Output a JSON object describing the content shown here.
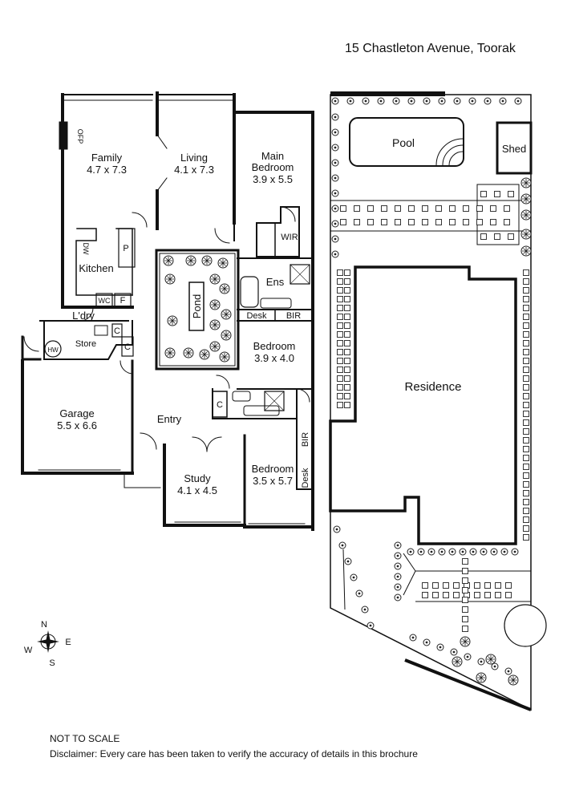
{
  "header": {
    "address": "15 Chastleton Avenue, Toorak"
  },
  "rooms": {
    "family": {
      "name": "Family",
      "size": "4.7 x 7.3"
    },
    "living": {
      "name": "Living",
      "size": "4.1 x 7.3"
    },
    "main_bedroom": {
      "name1": "Main",
      "name2": "Bedroom",
      "size": "3.9 x 5.5"
    },
    "kitchen": "Kitchen",
    "garage": {
      "name": "Garage",
      "size": "5.5 x 6.6"
    },
    "entry": "Entry",
    "study": {
      "name": "Study",
      "size": "4.1 x 4.5"
    },
    "bedroom2": {
      "name": "Bedroom",
      "size": "3.9 x 4.0"
    },
    "bedroom3": {
      "name": "Bedroom",
      "size": "3.5 x 5.7"
    },
    "ensuite": "Ens",
    "wir": "WIR",
    "desk": "Desk",
    "bir": "BIR",
    "laundry": "L'dry",
    "store": "Store",
    "pond": "Pond",
    "ofp": "OFP",
    "dw": "DW",
    "pantry": "P",
    "wc": "WC",
    "fridge": "F",
    "cupboard": "C",
    "hot_water": "HW"
  },
  "site": {
    "pool": "Pool",
    "shed": "Shed",
    "residence": "Residence"
  },
  "compass": {
    "n": "N",
    "e": "E",
    "s": "S",
    "w": "W"
  },
  "footer": {
    "scale_note": "NOT TO SCALE",
    "disclaimer": "Disclaimer: Every care has been taken to verify the accuracy of details in this brochure"
  }
}
